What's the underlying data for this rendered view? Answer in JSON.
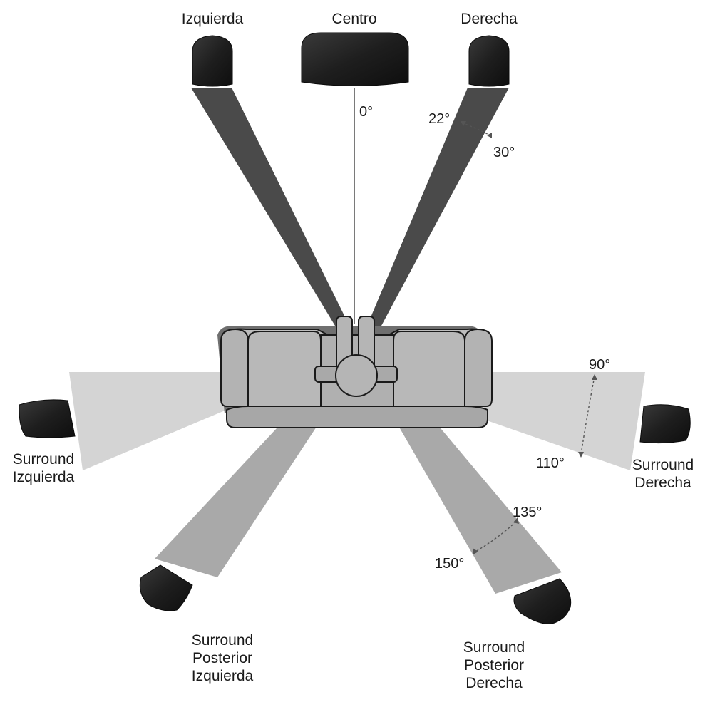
{
  "speakers": {
    "left": "Izquierda",
    "center": "Centro",
    "right": "Derecha",
    "surround_left": [
      "Surround",
      "Izquierda"
    ],
    "surround_right": [
      "Surround",
      "Derecha"
    ],
    "surround_back_left": [
      "Surround",
      "Posterior",
      "Izquierda"
    ],
    "surround_back_right": [
      "Surround",
      "Posterior",
      "Derecha"
    ]
  },
  "angles": {
    "center": "0°",
    "front_min": "22°",
    "front_max": "30°",
    "side_min": "90°",
    "side_max": "110°",
    "back_min": "135°",
    "back_max": "150°"
  },
  "colors": {
    "front_beam": "#4a4a4a",
    "side_beam": "#d4d4d4",
    "back_beam": "#a9a9a9",
    "speaker": "#1c1c1c",
    "sofa": "#b3b3b3",
    "sofa_shadow": "#6f6f6f"
  }
}
